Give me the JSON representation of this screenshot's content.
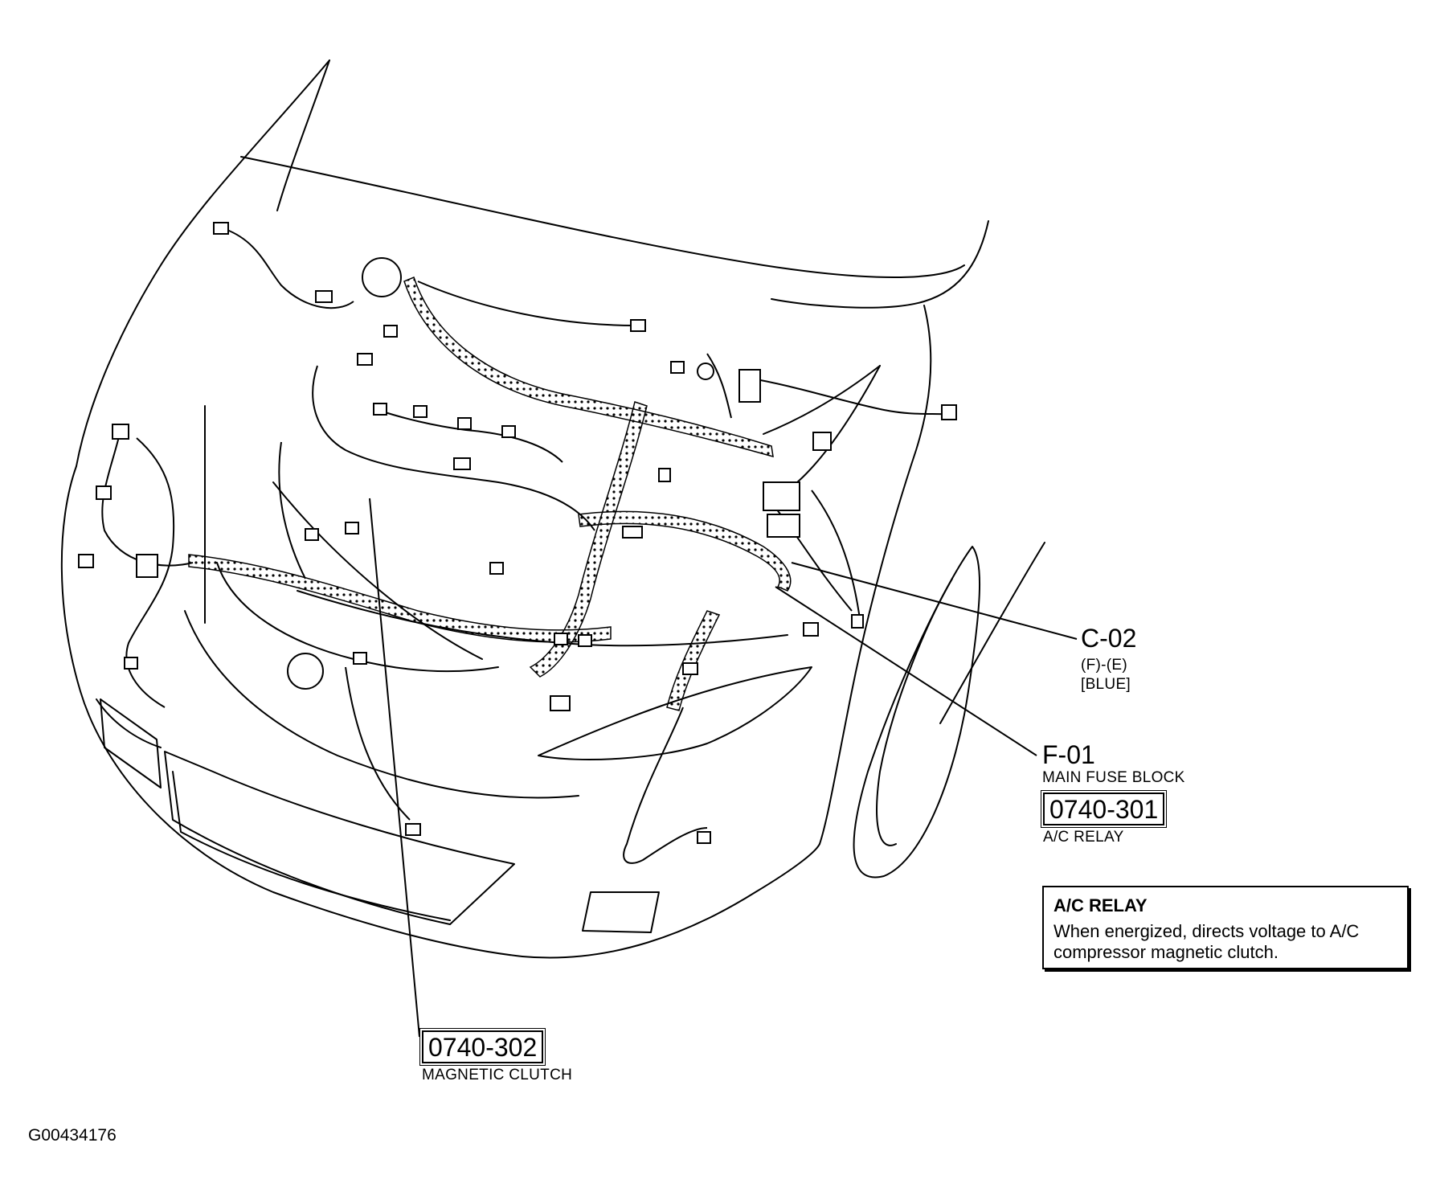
{
  "labels": {
    "c02": {
      "code": "C-02",
      "line1": "(F)-(E)",
      "line2": "[BLUE]"
    },
    "f01": {
      "code": "F-01",
      "desc": "MAIN FUSE BLOCK"
    },
    "relay": {
      "code": "0740-301",
      "desc": "A/C RELAY"
    },
    "clutch": {
      "code": "0740-302",
      "desc": "MAGNETIC CLUTCH"
    }
  },
  "info_box": {
    "title": "A/C RELAY",
    "text": "When energized, directs voltage to A/C compressor magnetic clutch."
  },
  "figure_id": "G00434176"
}
